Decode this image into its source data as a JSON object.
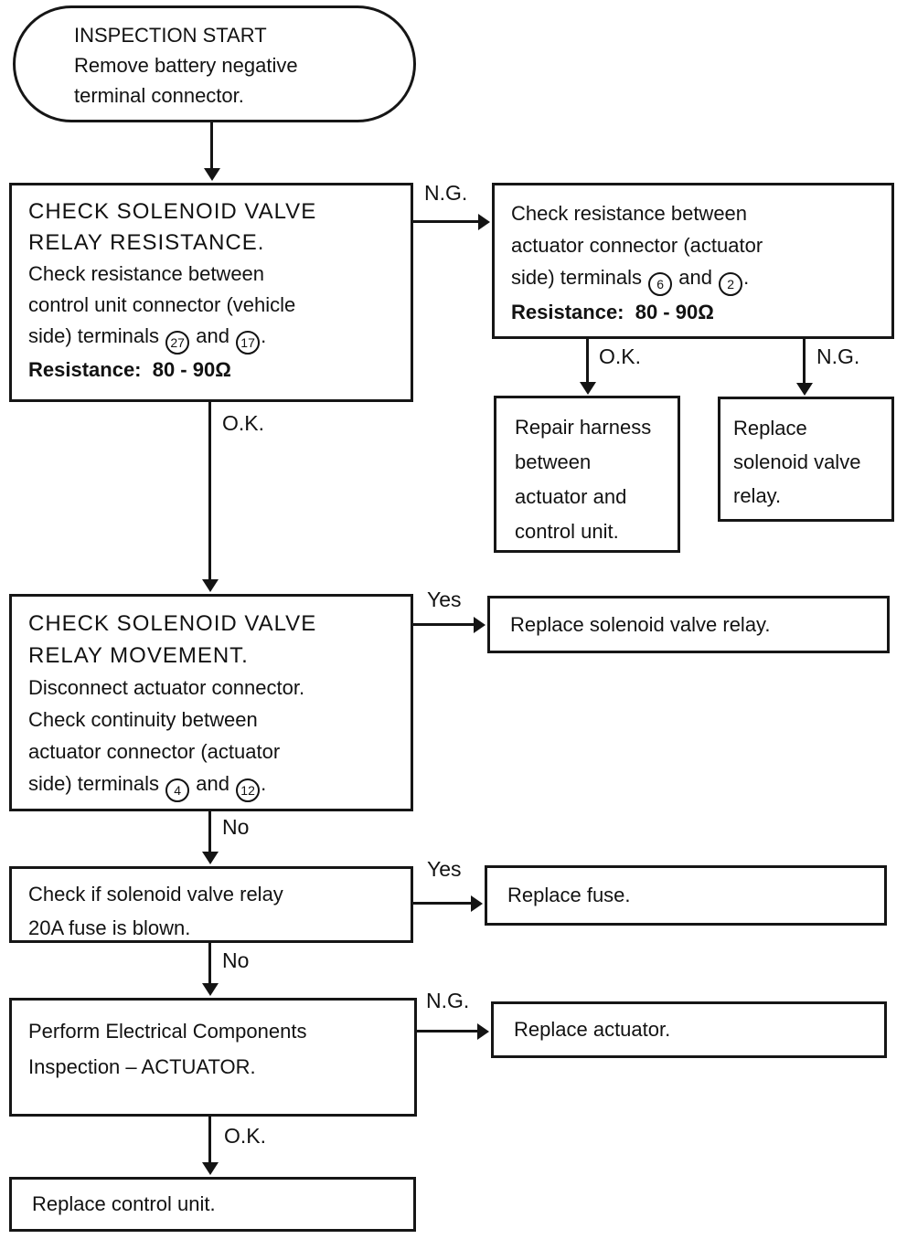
{
  "page": {
    "background": "#ffffff",
    "ink": "#141414"
  },
  "labels": {
    "ok": "O.K.",
    "ng": "N.G.",
    "yes": "Yes",
    "no": "No"
  },
  "nodes": {
    "start": {
      "shape": "terminator",
      "lines": [
        [
          {
            "t": "INSPECTION START"
          }
        ],
        [
          {
            "t": "Remove battery negative"
          }
        ],
        [
          {
            "t": "terminal connector."
          }
        ]
      ]
    },
    "check_relay_resistance": {
      "shape": "process",
      "lines": [
        [
          {
            "t": "CHECK SOLENOID VALVE",
            "s": "heading"
          }
        ],
        [
          {
            "t": "RELAY RESISTANCE.",
            "s": "heading"
          }
        ],
        [
          {
            "t": "Check resistance between"
          }
        ],
        [
          {
            "t": "control unit connector (vehicle"
          }
        ],
        [
          {
            "t": "side) terminals "
          },
          {
            "c": "27"
          },
          {
            "t": " and "
          },
          {
            "c": "17"
          },
          {
            "t": "."
          }
        ],
        [
          {
            "t": "Resistance:  80 - 90Ω",
            "s": "bold"
          }
        ]
      ]
    },
    "check_actuator_resistance": {
      "shape": "process",
      "lines": [
        [
          {
            "t": "Check resistance between"
          }
        ],
        [
          {
            "t": "actuator connector (actuator"
          }
        ],
        [
          {
            "t": "side) terminals "
          },
          {
            "c": "6"
          },
          {
            "t": " and "
          },
          {
            "c": "2"
          },
          {
            "t": "."
          }
        ],
        [
          {
            "t": "Resistance:  80 - 90Ω",
            "s": "bold"
          }
        ]
      ]
    },
    "repair_harness": {
      "shape": "process",
      "lines": [
        [
          {
            "t": "Repair harness"
          }
        ],
        [
          {
            "t": "between"
          }
        ],
        [
          {
            "t": "actuator and"
          }
        ],
        [
          {
            "t": "control unit."
          }
        ]
      ]
    },
    "replace_relay_a": {
      "shape": "process",
      "lines": [
        [
          {
            "t": "Replace"
          }
        ],
        [
          {
            "t": "solenoid valve"
          }
        ],
        [
          {
            "t": "relay."
          }
        ]
      ]
    },
    "check_relay_movement": {
      "shape": "process",
      "lines": [
        [
          {
            "t": "CHECK SOLENOID VALVE",
            "s": "heading"
          }
        ],
        [
          {
            "t": "RELAY MOVEMENT.",
            "s": "heading"
          }
        ],
        [
          {
            "t": "Disconnect actuator connector."
          }
        ],
        [
          {
            "t": "Check continuity between"
          }
        ],
        [
          {
            "t": "actuator connector (actuator"
          }
        ],
        [
          {
            "t": "side) terminals "
          },
          {
            "c": "4"
          },
          {
            "t": " and "
          },
          {
            "c": "12"
          },
          {
            "t": "."
          }
        ]
      ]
    },
    "replace_relay_b": {
      "shape": "process",
      "lines": [
        [
          {
            "t": "Replace solenoid valve relay."
          }
        ]
      ]
    },
    "check_fuse": {
      "shape": "process",
      "lines": [
        [
          {
            "t": "Check if solenoid valve relay"
          }
        ],
        [
          {
            "t": "20A fuse is blown."
          }
        ]
      ]
    },
    "replace_fuse": {
      "shape": "process",
      "lines": [
        [
          {
            "t": "Replace fuse."
          }
        ]
      ]
    },
    "perform_inspection": {
      "shape": "process",
      "lines": [
        [
          {
            "t": "Perform Electrical Components"
          }
        ],
        [
          {
            "t": "Inspection – ACTUATOR."
          }
        ]
      ]
    },
    "replace_actuator": {
      "shape": "process",
      "lines": [
        [
          {
            "t": "Replace actuator."
          }
        ]
      ]
    },
    "replace_control_unit": {
      "shape": "process",
      "lines": [
        [
          {
            "t": "Replace control unit."
          }
        ]
      ]
    }
  },
  "edges": [
    {
      "from": "start",
      "to": "check_relay_resistance",
      "label": ""
    },
    {
      "from": "check_relay_resistance",
      "to": "check_actuator_resistance",
      "label": "N.G."
    },
    {
      "from": "check_relay_resistance",
      "to": "check_relay_movement",
      "label": "O.K."
    },
    {
      "from": "check_actuator_resistance",
      "to": "repair_harness",
      "label": "O.K."
    },
    {
      "from": "check_actuator_resistance",
      "to": "replace_relay_a",
      "label": "N.G."
    },
    {
      "from": "check_relay_movement",
      "to": "replace_relay_b",
      "label": "Yes"
    },
    {
      "from": "check_relay_movement",
      "to": "check_fuse",
      "label": "No"
    },
    {
      "from": "check_fuse",
      "to": "replace_fuse",
      "label": "Yes"
    },
    {
      "from": "check_fuse",
      "to": "perform_inspection",
      "label": "No"
    },
    {
      "from": "perform_inspection",
      "to": "replace_actuator",
      "label": "N.G."
    },
    {
      "from": "perform_inspection",
      "to": "replace_control_unit",
      "label": "O.K."
    }
  ]
}
